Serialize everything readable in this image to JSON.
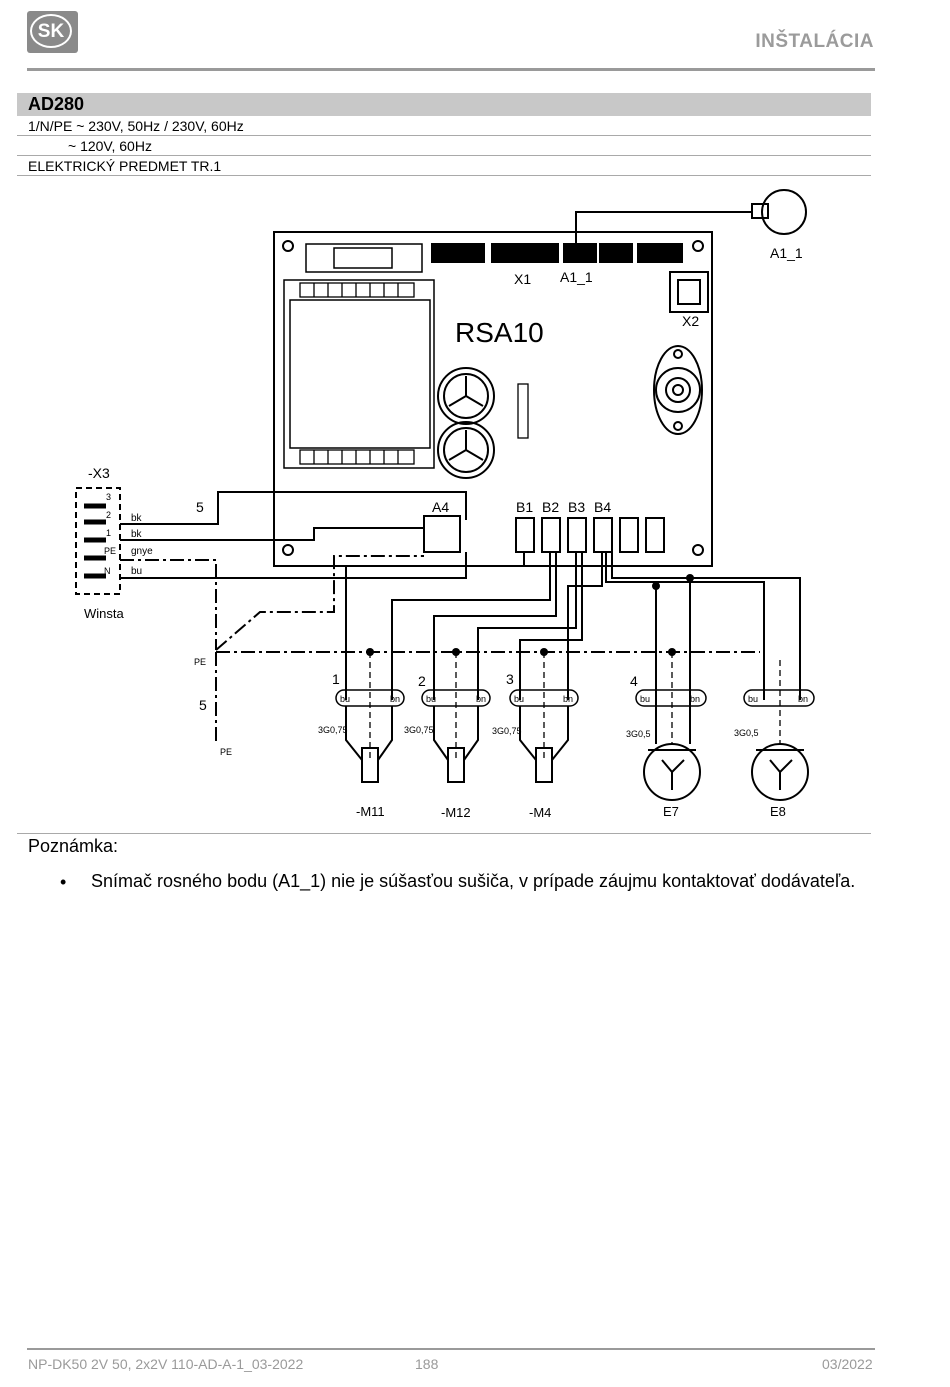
{
  "header": {
    "logo_text": "SK",
    "section_title": "INŠTALÁCIA"
  },
  "model": {
    "title": "AD280",
    "spec_lines": [
      "1/N/PE ~ 230V, 50Hz / 230V, 60Hz",
      "~ 120V, 60Hz",
      "ELEKTRICKÝ PREDMET TR.1"
    ]
  },
  "diagram": {
    "board_label": "RSA10",
    "connectors": {
      "x1": "X1",
      "a1_1": "A1_1",
      "x2": "X2",
      "a4": "A4",
      "b1": "B1",
      "b2": "B2",
      "b3": "B3",
      "b4": "B4"
    },
    "sensor_label": "A1_1",
    "terminal": {
      "name": "-X3",
      "maker": "Winsta",
      "pins": [
        "3",
        "2",
        "1",
        "PE",
        "N"
      ],
      "wires": [
        "bk",
        "bk",
        "gnye",
        "bu"
      ],
      "cable": "5"
    },
    "pe": {
      "label_top": "PE",
      "cable": "5",
      "label_bottom": "PE"
    },
    "loads": [
      {
        "number": "1",
        "cable": "3G0,75",
        "wire_left": "bu",
        "wire_right": "bn",
        "name": "-M11"
      },
      {
        "number": "2",
        "cable": "3G0,75",
        "wire_left": "bu",
        "wire_right": "bn",
        "name": "-M12"
      },
      {
        "number": "3",
        "cable": "3G0,75",
        "wire_left": "bu",
        "wire_right": "bn",
        "name": "-M4"
      },
      {
        "number": "4",
        "cable": "3G0,5",
        "wire_left": "bu",
        "wire_right": "bn",
        "name": "E7"
      },
      {
        "number": "",
        "cable": "3G0,5",
        "wire_left": "bu",
        "wire_right": "bn",
        "name": "E8"
      }
    ]
  },
  "note": {
    "title": "Poznámka:",
    "bullet": "•",
    "text": "Snímač rosného bodu (A1_1) nie je súšasťou sušiča, v prípade záujmu kontaktovať dodávateľa."
  },
  "footer": {
    "doc_id": "NP-DK50 2V 50, 2x2V 110-AD-A-1_03-2022",
    "page": "188",
    "date": "03/2022"
  }
}
